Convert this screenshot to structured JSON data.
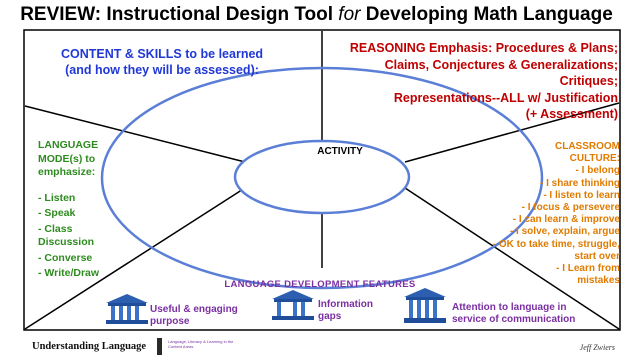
{
  "title": {
    "part1": "REVIEW: Instructional Design Tool ",
    "italic": "for",
    "part2": " Developing Math Language"
  },
  "content_skills": {
    "line1": "CONTENT & SKILLS to be learned",
    "line2": "(and how they will be assessed):"
  },
  "reasoning": {
    "line1": "REASONING Emphasis: Procedures & Plans;",
    "line2": "Claims, Conjectures & Generalizations; Critiques;",
    "line3": "Representations--ALL w/ Justification",
    "line4": "(+ Assessment)"
  },
  "activity": "ACTIVITY",
  "language_modes": {
    "heading1": "LANGUAGE",
    "heading2": "MODE(s) to",
    "heading3": "emphasize:",
    "items": [
      "- Listen",
      "- Speak",
      "- Class Discussion",
      "- Converse",
      "- Write/Draw"
    ]
  },
  "classroom_culture": {
    "heading1": "CLASSROOM",
    "heading2": "CULTURE:",
    "items": [
      "- I belong",
      "- I share thinking",
      "- I listen to learn",
      "- I focus & persevere",
      "- I can learn & improve",
      "- I solve, explain, argue",
      "- OK to  take time, struggle,",
      "start over",
      "- I Learn from",
      "mistakes"
    ]
  },
  "language_development": {
    "heading": "LANGUAGE DEVELOPMENT FEATURES",
    "features": [
      {
        "line1": "Useful & engaging",
        "line2": "purpose",
        "icon": "temple-icon"
      },
      {
        "line1": "Information",
        "line2": "gaps",
        "icon": "temple-icon"
      },
      {
        "line1": "Attention to language in",
        "line2": "service of communication",
        "icon": "temple-icon"
      }
    ]
  },
  "footer": {
    "brand": "Understanding Language",
    "tagline": "Language, Literacy & Learning in the Content Areas",
    "author": "Jeff Zwiers"
  },
  "colors": {
    "ellipse": "#5b7fd6",
    "content": "#1f38d6",
    "reasoning": "#c00000",
    "language": "#2e8b1f",
    "culture": "#e07b00",
    "features": "#7a2fa2"
  }
}
